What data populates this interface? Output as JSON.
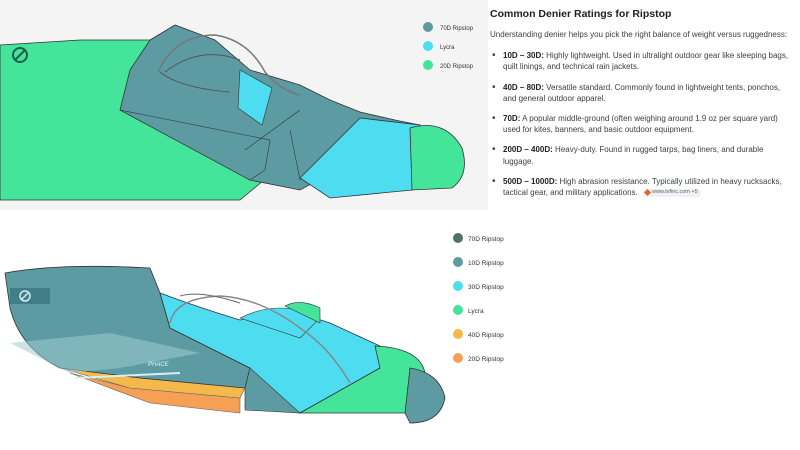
{
  "top_legend": [
    {
      "label": "70D Ripstop",
      "color": "#5d9ba3"
    },
    {
      "label": "Lycra",
      "color": "#4ddcf0"
    },
    {
      "label": "20D Ripstop",
      "color": "#45e49b"
    }
  ],
  "bottom_legend": [
    {
      "label": "70D Ripstop",
      "color": "#4e7366"
    },
    {
      "label": "10D Ripstop",
      "color": "#5d9ba3"
    },
    {
      "label": "30D Ripstop",
      "color": "#4ddcf0"
    },
    {
      "label": "Lycra",
      "color": "#45e49b"
    },
    {
      "label": "40D Ripstop",
      "color": "#f5b84a"
    },
    {
      "label": "20D Ripstop",
      "color": "#f5a055"
    }
  ],
  "bottom_brand_text": "PHACE",
  "info": {
    "title": "Common Denier Ratings for Ripstop",
    "intro": "Understanding denier helps you pick the right balance of weight versus ruggedness:",
    "items": [
      {
        "term": "10D – 30D:",
        "text": "Highly lightweight. Used in ultralight outdoor gear like sleeping bags, quilt linings, and technical rain jackets."
      },
      {
        "term": "40D – 80D:",
        "text": "Versatile standard. Commonly found in lightweight tents, ponchos, and general outdoor apparel."
      },
      {
        "term": "70D:",
        "text": "A popular middle-ground (often weighing around 1.9 oz per square yard) used for kites, banners, and basic outdoor equipment."
      },
      {
        "term": "200D – 400D:",
        "text": "Heavy-duty. Found in rugged tarps, bag liners, and durable luggage."
      },
      {
        "term": "500D – 1000D:",
        "text": "High abrasion resistance. Typically utilized in heavy rucksacks, tactical gear, and military applications."
      }
    ],
    "source_chip": "www.tvfinc.com +5"
  }
}
